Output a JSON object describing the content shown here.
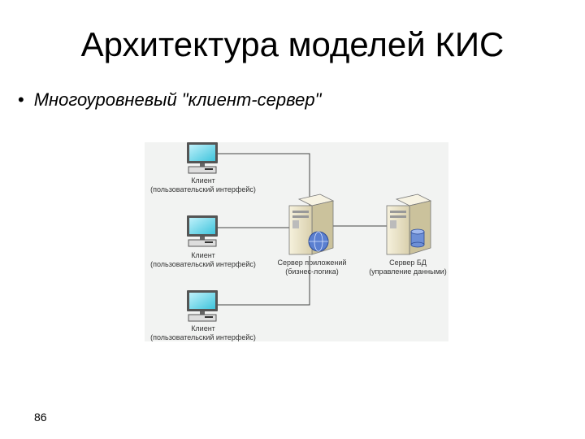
{
  "slide": {
    "title": "Архитектура моделей КИС",
    "bullet": "Многоуровневый \"клиент-сервер\"",
    "page_number": "86"
  },
  "diagram": {
    "clients": [
      {
        "name": "Клиент",
        "role": "(пользовательский интерфейс)"
      },
      {
        "name": "Клиент",
        "role": "(пользовательский интерфейс)"
      },
      {
        "name": "Клиент",
        "role": "(пользовательский интерфейс)"
      }
    ],
    "app_server": {
      "name": "Сервер приложений",
      "role": "(бизнес-логика)"
    },
    "db_server": {
      "name": "Сервер БД",
      "role": "(управление данными)"
    }
  },
  "icons": {
    "client": "computer-icon",
    "app_server": "server-globe-icon",
    "db_server": "server-database-icon"
  },
  "colors": {
    "screen": "#3fc4dc",
    "server_body": "#e9e2c8",
    "line": "#333333"
  }
}
